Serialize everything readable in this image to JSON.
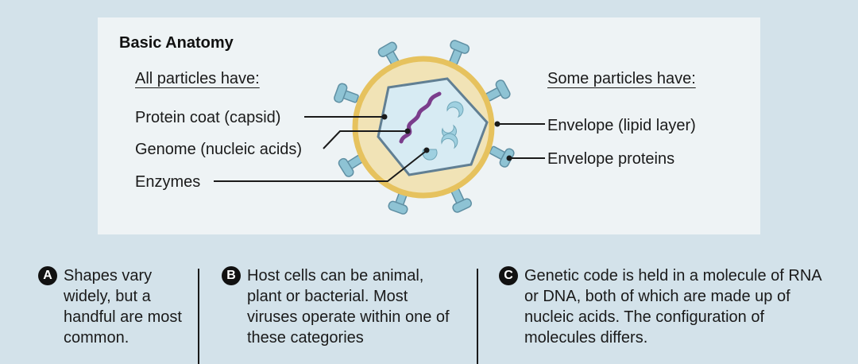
{
  "panel": {
    "title": "Basic Anatomy",
    "left_heading": "All particles have:",
    "right_heading": "Some particles have:",
    "left_labels": [
      "Protein coat (capsid)",
      "Genome (nucleic acids)",
      "Enzymes"
    ],
    "right_labels": [
      "Envelope (lipid layer)",
      "Envelope proteins"
    ]
  },
  "notes": [
    {
      "letter": "A",
      "text": "Shapes vary widely, but a handful are most common."
    },
    {
      "letter": "B",
      "text": "Host cells can be animal, plant or bacterial. Most viruses operate within one of these categories"
    },
    {
      "letter": "C",
      "text": "Genetic code is held in a molecule of RNA or DNA, both of which are made up of nucleic acids. The configuration of molecules differs."
    }
  ],
  "colors": {
    "background": "#d3e2ea",
    "panel": "#eef3f5",
    "envelope": "#e8c86a",
    "spike": "#8ec3d4",
    "capsid_fill": "#d7ebf3",
    "capsid_stroke": "#617f93",
    "genome": "#7b3d8c"
  }
}
